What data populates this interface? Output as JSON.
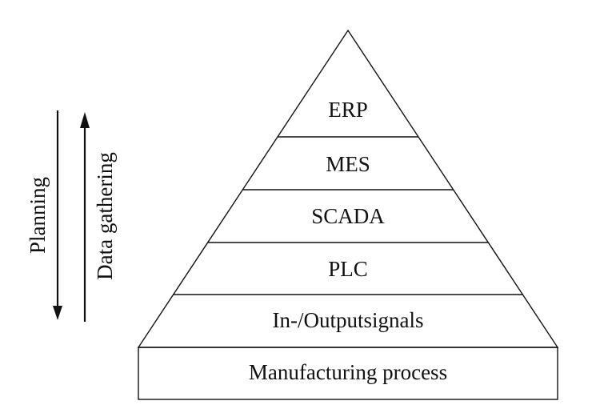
{
  "pyramid": {
    "layers": [
      "ERP",
      "MES",
      "SCADA",
      "PLC",
      "In-/Outputsignals"
    ],
    "base": "Manufacturing process"
  },
  "arrows": {
    "planning": {
      "label": "Planning",
      "direction": "down"
    },
    "data_gathering": {
      "label": "Data gathering",
      "direction": "up"
    }
  },
  "colors": {
    "line": "#111111",
    "background": "#ffffff"
  }
}
